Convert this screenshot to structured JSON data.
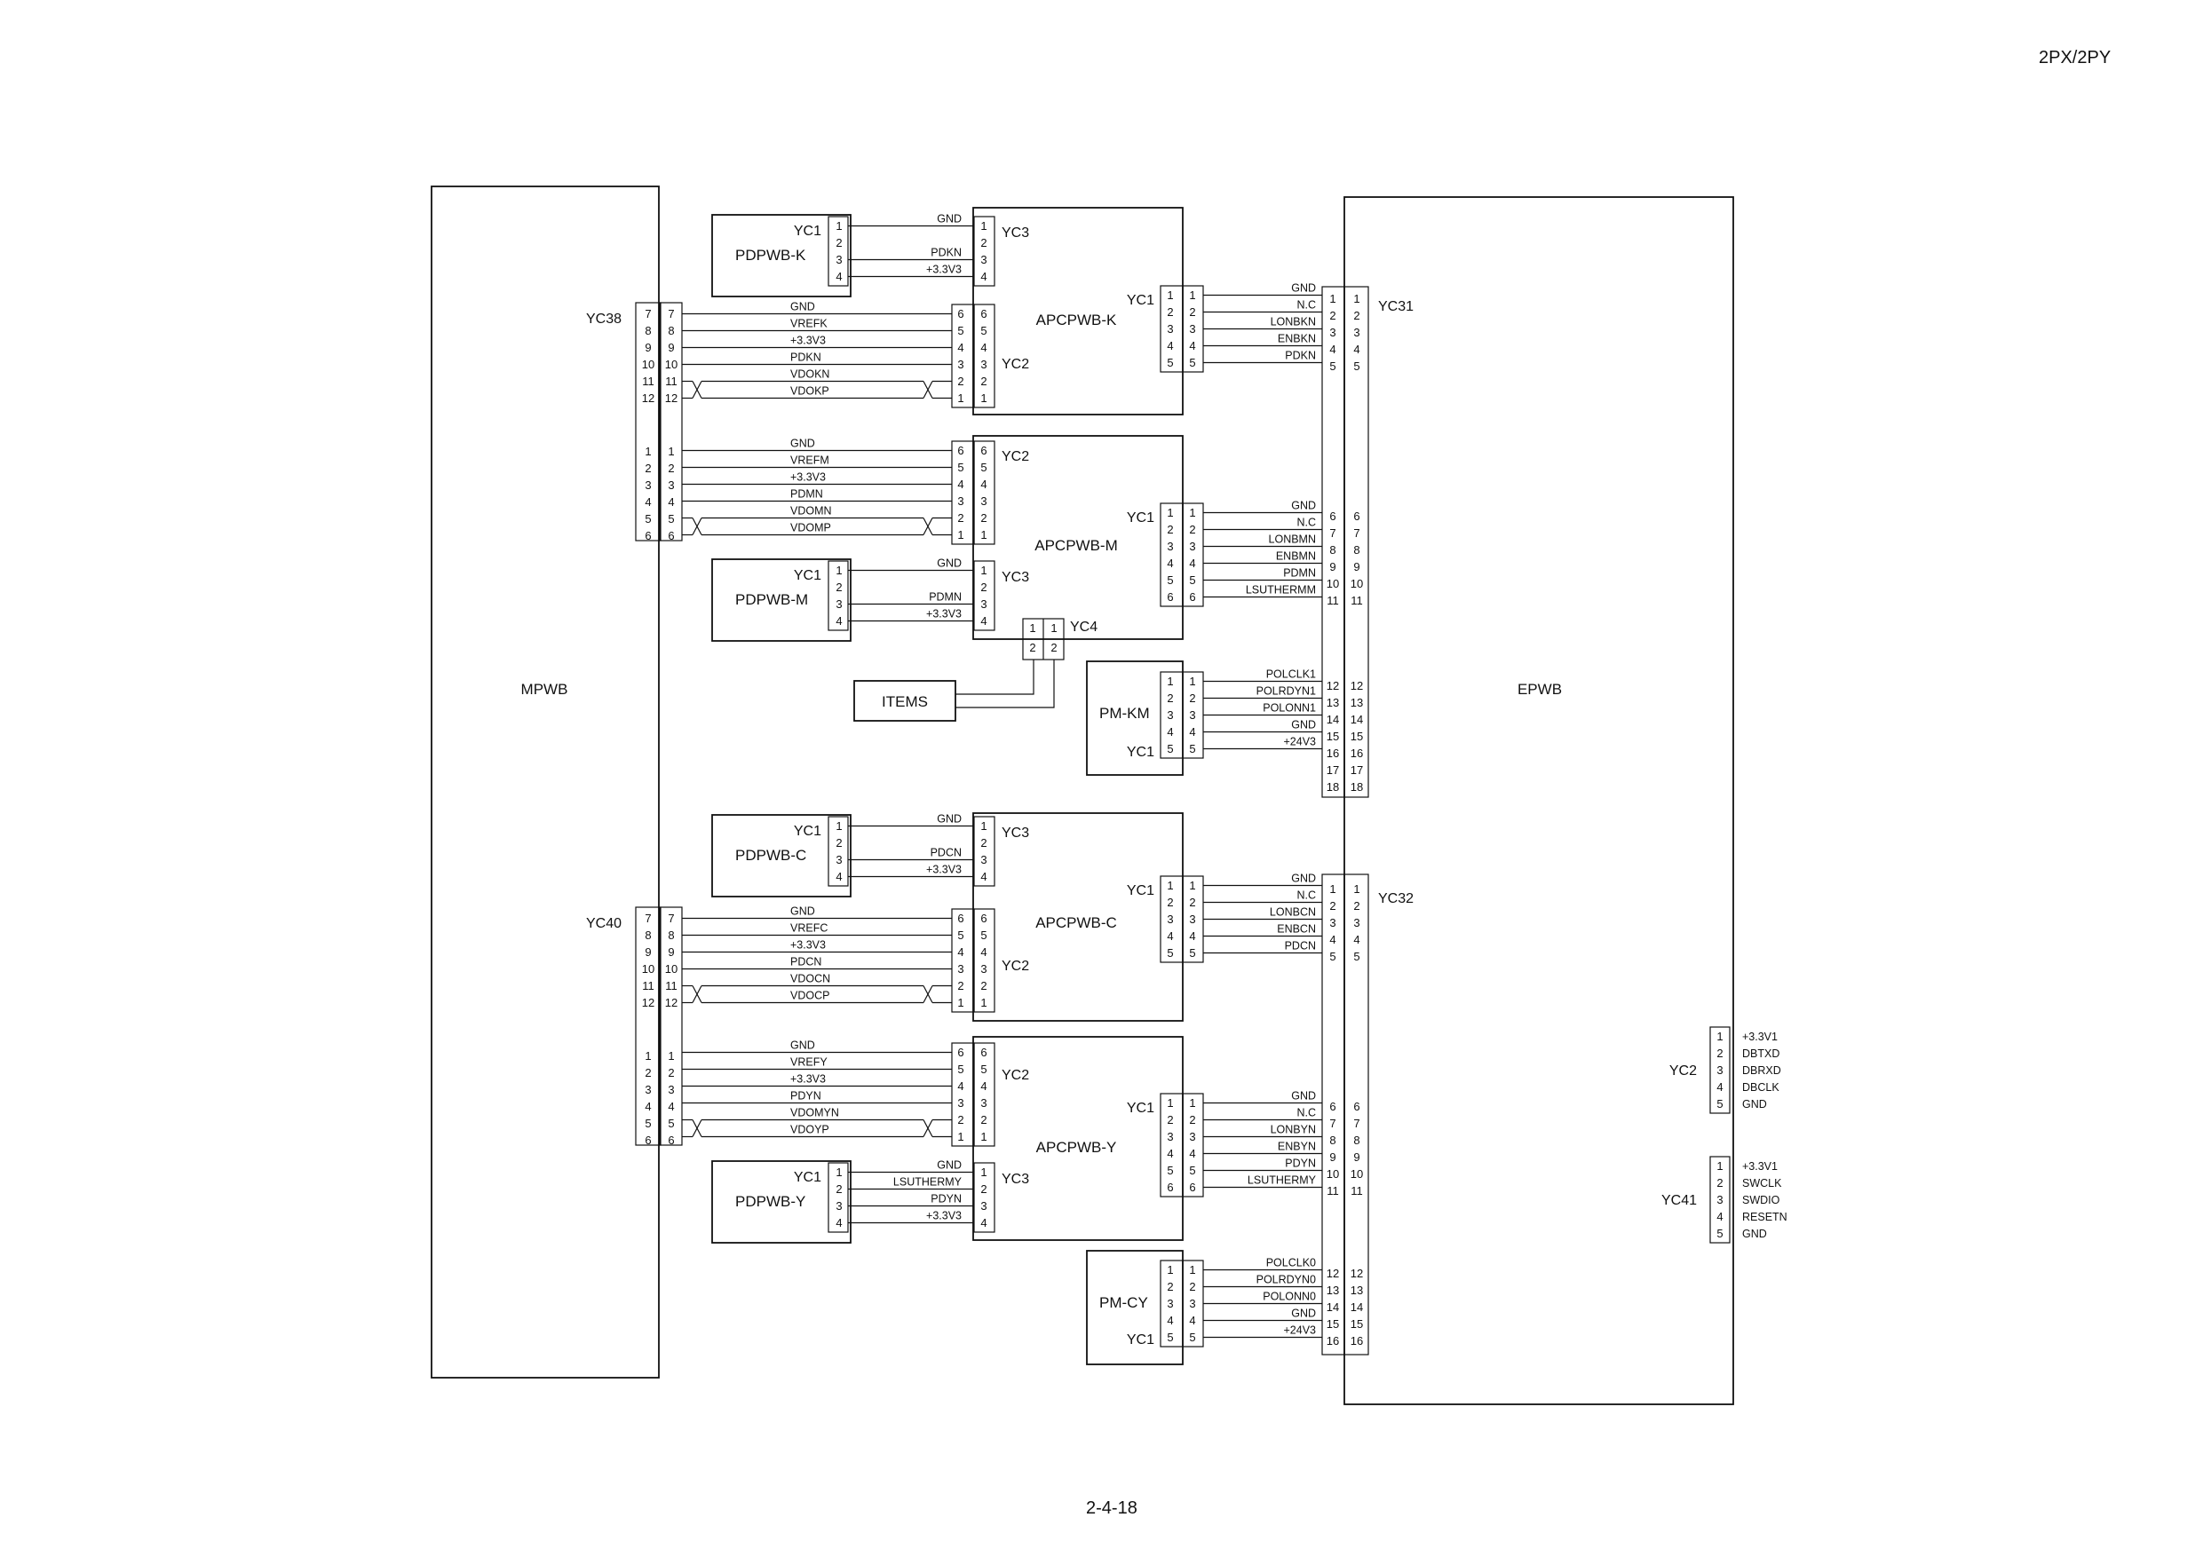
{
  "header": {
    "page_id": "2PX/2PY"
  },
  "footer": {
    "page_number": "2-4-18"
  },
  "boards": {
    "mpwb": "MPWB",
    "epwb": "EPWB",
    "pdpwb_k": "PDPWB-K",
    "pdpwb_m": "PDPWB-M",
    "pdpwb_c": "PDPWB-C",
    "pdpwb_y": "PDPWB-Y",
    "apcpwb_k": "APCPWB-K",
    "apcpwb_m": "APCPWB-M",
    "apcpwb_c": "APCPWB-C",
    "apcpwb_y": "APCPWB-Y",
    "pm_km": "PM-KM",
    "pm_cy": "PM-CY",
    "items": "ITEMS"
  },
  "connectors": {
    "yc1": "YC1",
    "yc2": "YC2",
    "yc3": "YC3",
    "yc4": "YC4",
    "yc31": "YC31",
    "yc32": "YC32",
    "yc38": "YC38",
    "yc40": "YC40",
    "yc41": "YC41"
  },
  "signals": {
    "gnd": "GND",
    "nc": "N.C",
    "p33v3": "+3.3V3",
    "p33v1": "+3.3V1",
    "p24v3": "+24V3",
    "pdkn": "PDKN",
    "pdmn": "PDMN",
    "pdcn": "PDCN",
    "pdyn": "PDYN",
    "vrefk": "VREFK",
    "vrefm": "VREFM",
    "vrefc": "VREFC",
    "vrefy": "VREFY",
    "vdokn": "VDOKN",
    "vdokp": "VDOKP",
    "vdomn": "VDOMN",
    "vdomp": "VDOMP",
    "vdocn": "VDOCN",
    "vdocp": "VDOCP",
    "vdomyn": "VDOMYN",
    "vdoyp": "VDOYP",
    "lonbkn": "LONBKN",
    "enbkn": "ENBKN",
    "lonbmn": "LONBMN",
    "enbmn": "ENBMN",
    "lonbcn": "LONBCN",
    "enbcn": "ENBCN",
    "lonbyn": "LONBYN",
    "enbyn": "ENBYN",
    "lsuthermm": "LSUTHERMM",
    "lsuthermy": "LSUTHERMY",
    "polclk1": "POLCLK1",
    "polrdyn1": "POLRDYN1",
    "polonn1": "POLONN1",
    "polclk0": "POLCLK0",
    "polrdyn0": "POLRDYN0",
    "polonn0": "POLONN0",
    "dbtxd": "DBTXD",
    "dbrxd": "DBRXD",
    "dbclk": "DBCLK",
    "swclk": "SWCLK",
    "swdio": "SWDIO",
    "resetn": "RESETN"
  }
}
